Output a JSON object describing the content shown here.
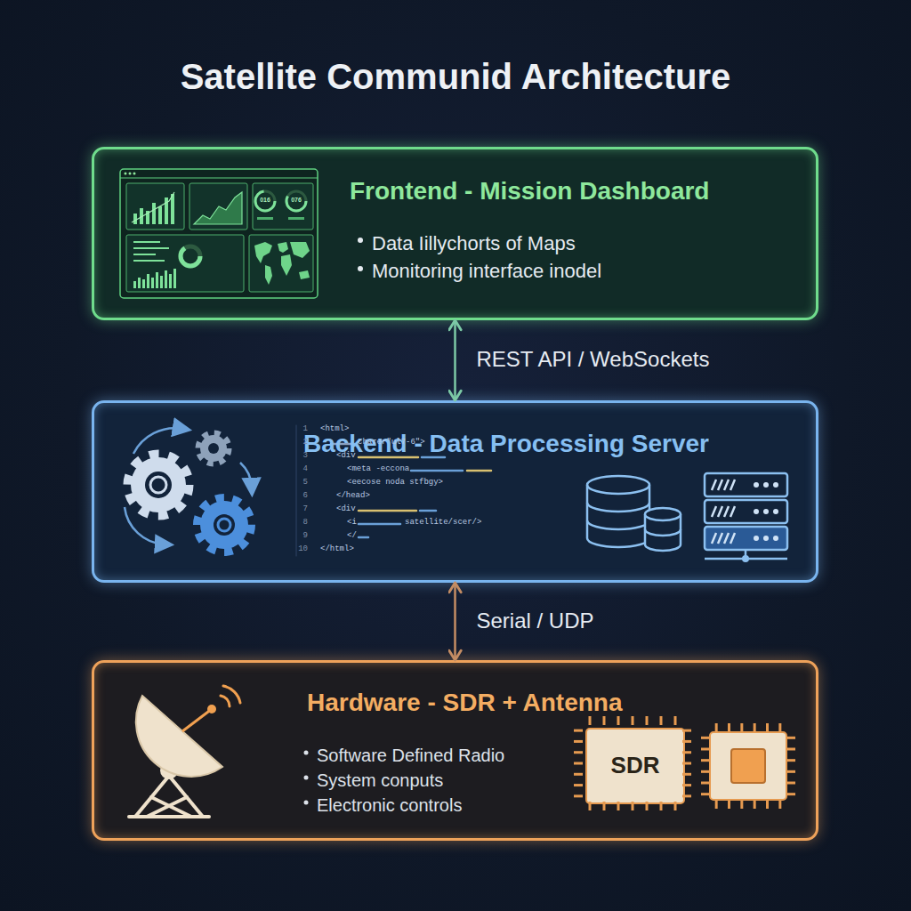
{
  "diagram": {
    "title": "Satellite Communid Architecture",
    "nodes": [
      {
        "text": [
          "Frontend - Mission Dashboard",
          "Data Iillychorts of Maps",
          "Monitoring interface inodel"
        ]
      },
      {
        "text": [
          "Backend - Data Processing Server"
        ]
      },
      {
        "text": [
          "Hardware - SDR + Antenna",
          "Software Defined Radio",
          "System conputs",
          "Electronic controls"
        ]
      },
      {
        "text": [
          "SDR"
        ],
        "in": 2
      }
    ],
    "edges": [
      {
        "from": 0,
        "to": 1,
        "label": "REST API / WebSockets",
        "arrow": "both"
      },
      {
        "from": 1,
        "to": 2,
        "label": "Serial / UDP",
        "arrow": "both"
      }
    ],
    "labels": [
      "016",
      "076",
      "1",
      "<html>",
      "2",
      "charer\"ul7-6\">",
      "3",
      "<div",
      "4",
      "<meta -eccona",
      "5",
      "<eecose noda stfbgy>",
      "6",
      "</head>",
      "7",
      "<div",
      "8",
      "<i",
      "satellite/scer/>",
      "9",
      "</",
      "10",
      "</html>"
    ]
  }
}
